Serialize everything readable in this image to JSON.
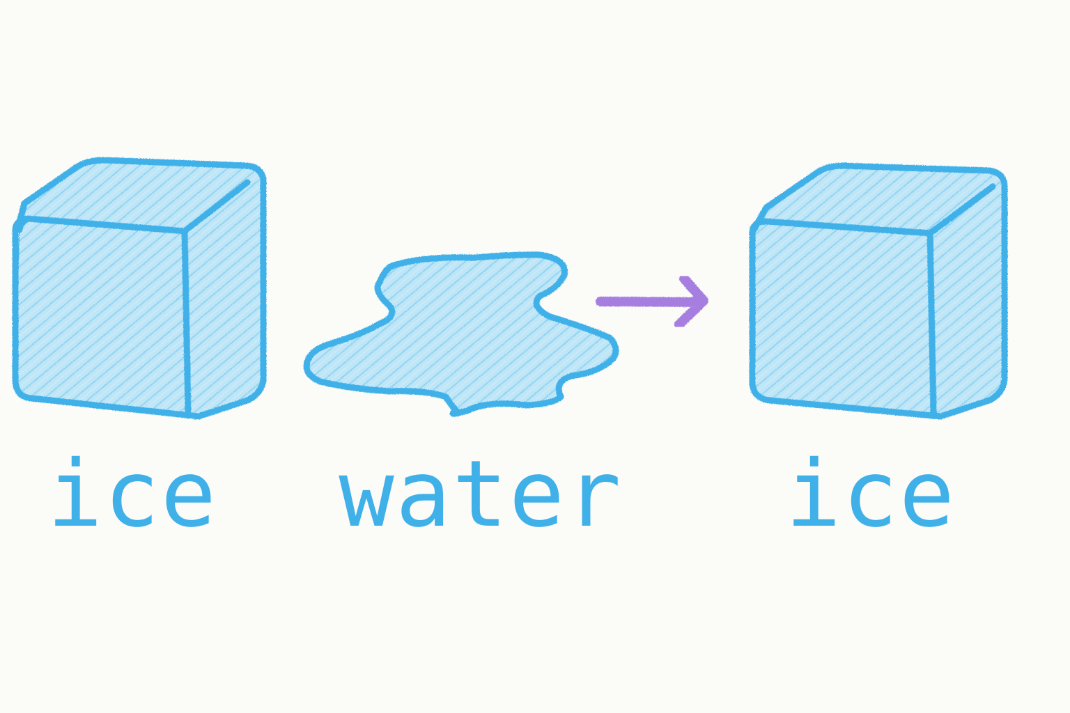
{
  "colors": {
    "background": "#fbfbf8",
    "ice_outline": "#3fb0e8",
    "ice_fill": "#bfe6f7",
    "ice_fill_shade": "#a9dcf3",
    "arrow": "#a67ee0",
    "label_text": "#3fb0e8"
  },
  "icons": {
    "left_item": "ice-cube-icon",
    "middle_item": "water-puddle-icon",
    "arrow": "right-arrow-icon",
    "right_item": "ice-cube-icon"
  },
  "labels": {
    "ice_left": "ice",
    "water": "water",
    "ice_right": "ice"
  }
}
